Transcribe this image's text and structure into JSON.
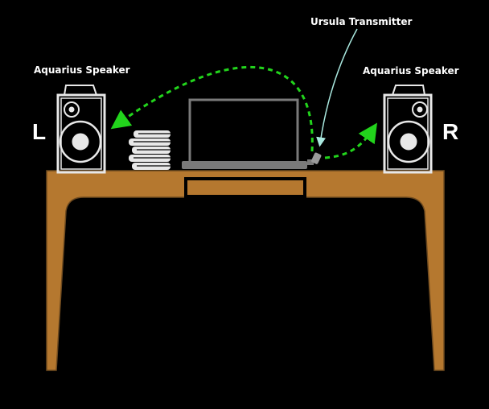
{
  "labels": {
    "transmitter": "Ursula Transmitter",
    "left_speaker": "Aquarius Speaker",
    "right_speaker": "Aquarius Speaker",
    "left_channel": "L",
    "right_channel": "R"
  },
  "colors": {
    "background": "#000000",
    "desk": "#b5782f",
    "desk_outline": "#6e4a1f",
    "speaker": "#e8e8e8",
    "laptop": "#7a7a7a",
    "signal": "#22d41c",
    "callout": "#a9e8df"
  }
}
